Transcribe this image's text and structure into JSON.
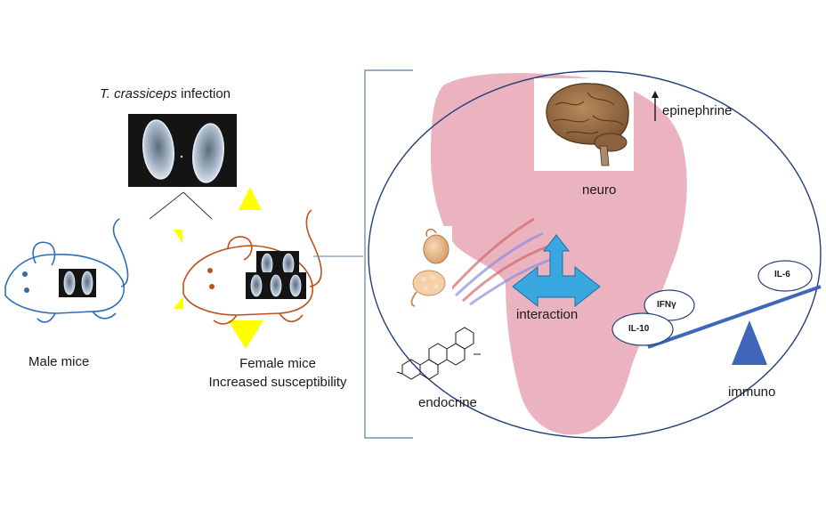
{
  "infection": {
    "italic": "T. crassiceps",
    "rest": " infection"
  },
  "male": {
    "label": "Male mice"
  },
  "female": {
    "line1": "Female mice",
    "line2": "Increased susceptibility"
  },
  "neuro": {
    "label": "neuro",
    "epinephrine": "epinephrine"
  },
  "center": {
    "label": "interaction"
  },
  "endocrine": {
    "label": "endocrine"
  },
  "immuno": {
    "label": "immuno"
  },
  "cytokines": {
    "il6": "IL-6",
    "ifng": "IFNγ",
    "il10": "IL-10"
  },
  "colors": {
    "male_outline": "#2e6db4",
    "female_outline": "#c0501b",
    "triangle_yellow": "#ffff00",
    "arrow_blue": "#39a8e0",
    "balance_blue": "#3f66b8",
    "body_pink": "#e8a6b5",
    "circle_outline": "#24407a"
  }
}
